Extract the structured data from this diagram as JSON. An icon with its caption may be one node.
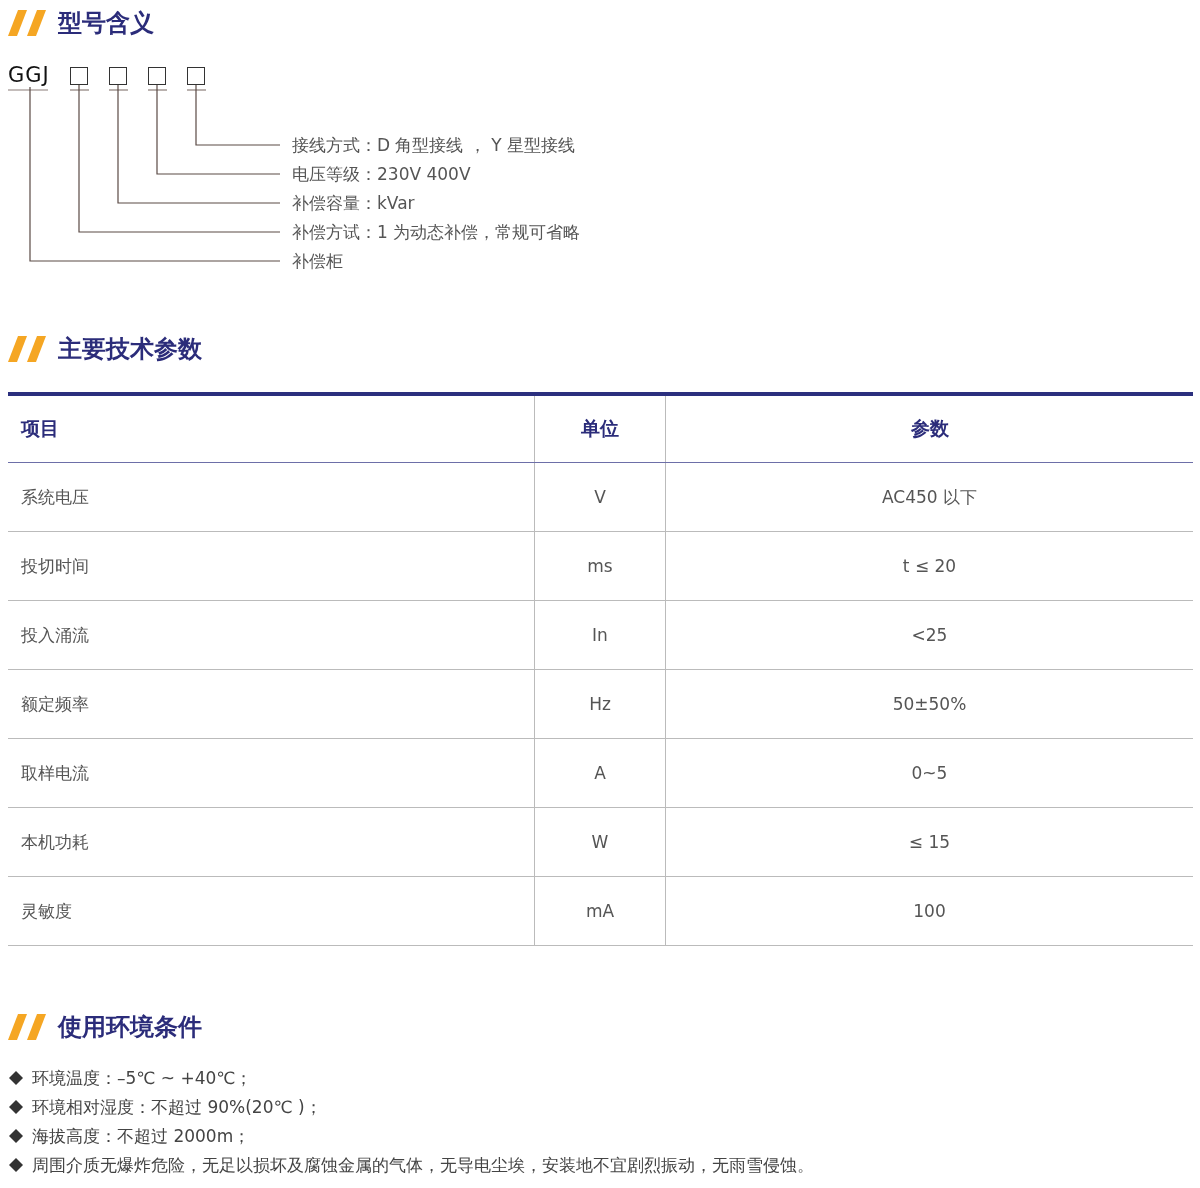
{
  "diagram": {
    "nodes": [
      {
        "text": [
          "GGJ"
        ]
      },
      {
        "text": [],
        "shape": "box"
      },
      {
        "text": [],
        "shape": "box"
      },
      {
        "text": [],
        "shape": "box"
      },
      {
        "text": [],
        "shape": "box"
      },
      {
        "text": [
          "接线方式：D 角型接线 ， Y 星型接线"
        ]
      },
      {
        "text": [
          "电压等级：230V 400V"
        ]
      },
      {
        "text": [
          "补偿容量：kVar"
        ]
      },
      {
        "text": [
          "补偿方试：1 为动态补偿，常规可省略"
        ]
      },
      {
        "text": [
          "补偿柜"
        ]
      }
    ],
    "edges": [
      {
        "from": 5,
        "to": 4,
        "arrow": "none"
      },
      {
        "from": 6,
        "to": 3,
        "arrow": "none"
      },
      {
        "from": 7,
        "to": 2,
        "arrow": "none"
      },
      {
        "from": 8,
        "to": 1,
        "arrow": "none"
      },
      {
        "from": 9,
        "to": 0,
        "arrow": "none"
      }
    ],
    "labels": [
      "型号含义",
      "主要技术参数",
      "项目",
      "单位",
      "参数",
      "系统电压",
      "V",
      "AC450 以下",
      "投切时间",
      "ms",
      "t ≤ 20",
      "投入涌流",
      "In",
      "<25",
      "额定频率",
      "Hz",
      "50±50%",
      "取样电流",
      "A",
      "0~5",
      "本机功耗",
      "W",
      "≤ 15",
      "灵敏度",
      "mA",
      "100",
      "使用环境条件",
      "环境温度：–5℃ ~ +40℃；",
      "环境相对湿度：不超过 90%(20℃ )；",
      "海拔高度：不超过 2000m；",
      "周围介质无爆炸危险，无足以损坏及腐蚀金属的气体，无导电尘埃，安装地不宜剧烈振动，无雨雪侵蚀。"
    ]
  }
}
